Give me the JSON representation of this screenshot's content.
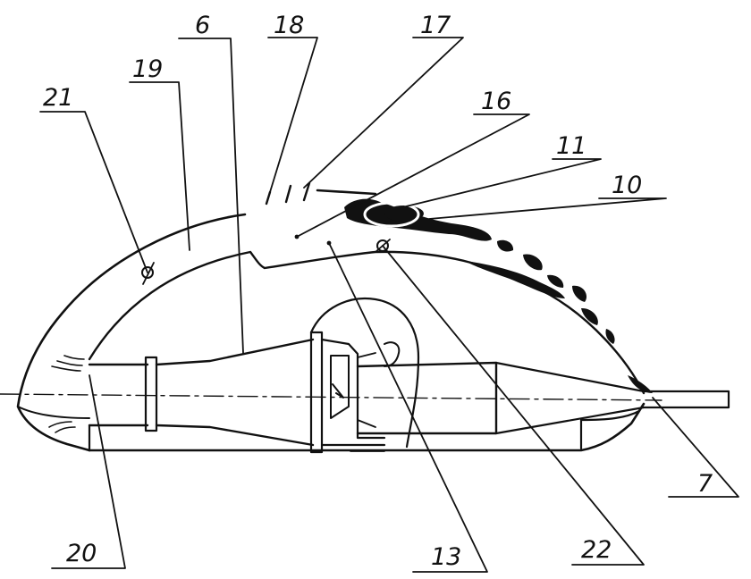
{
  "diagram": {
    "labels": {
      "l6": "6",
      "l7": "7",
      "l10": "10",
      "l11": "11",
      "l13": "13",
      "l16": "16",
      "l17": "17",
      "l18": "18",
      "l19": "19",
      "l20": "20",
      "l21": "21",
      "l22": "22"
    },
    "colors": {
      "ink": "#111111",
      "background": "#ffffff"
    }
  }
}
